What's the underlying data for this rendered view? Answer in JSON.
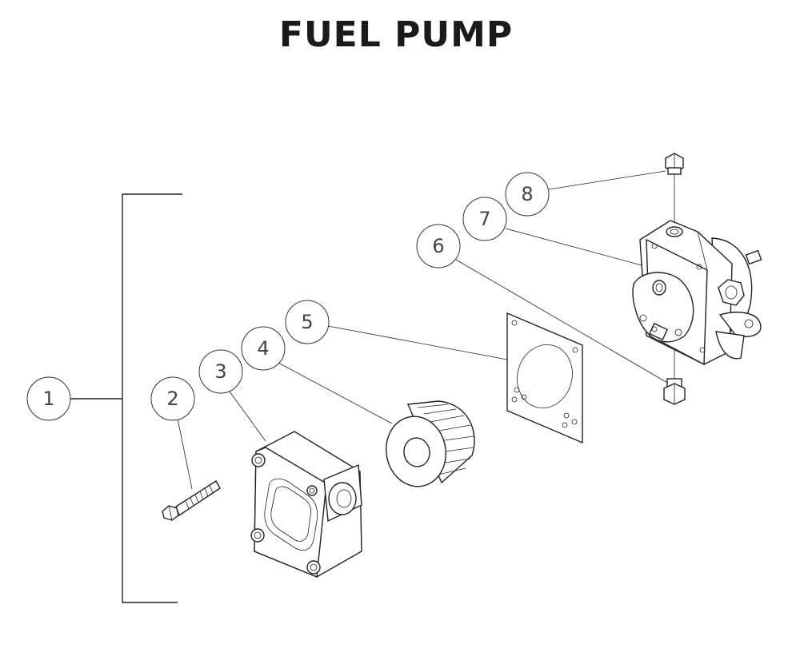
{
  "title": "FUEL PUMP",
  "callouts": [
    "1",
    "2",
    "3",
    "4",
    "5",
    "6",
    "7",
    "8"
  ]
}
